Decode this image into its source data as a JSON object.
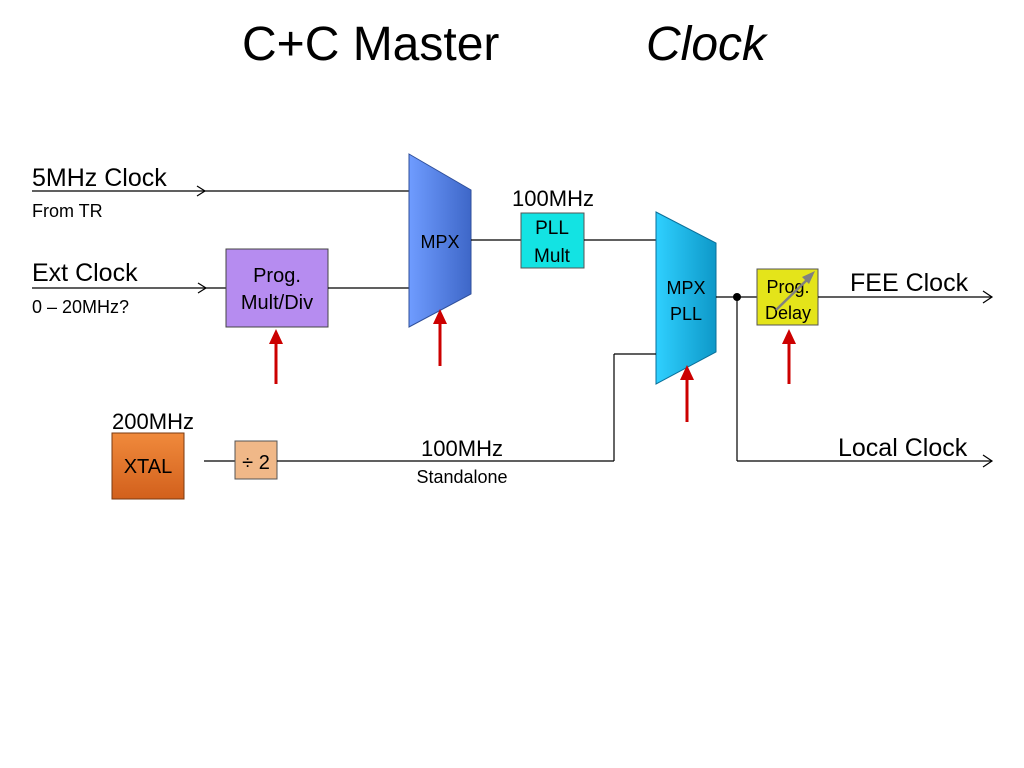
{
  "title": {
    "part1": "C+C Master",
    "part2": "Clock"
  },
  "inputs": {
    "clock5": {
      "label": "5MHz Clock",
      "sublabel": "From TR"
    },
    "ext": {
      "label": "Ext Clock",
      "sublabel": "0 – 20MHz?"
    }
  },
  "blocks": {
    "prog_mult": {
      "line1": "Prog.",
      "line2": "Mult/Div",
      "color": "#b68cf0"
    },
    "mpx1": {
      "label": "MPX",
      "color": "#4f82ee"
    },
    "pll_mult": {
      "line1": "PLL",
      "line2": "Mult",
      "color": "#13e3e3"
    },
    "mpx_pll": {
      "line1": "MPX",
      "line2": "PLL",
      "color": "#14b6e6"
    },
    "prog_delay": {
      "line1": "Prog.",
      "line2": "Delay",
      "color": "#e4e41a"
    },
    "xtal": {
      "label": "XTAL",
      "color": "#e8732a"
    },
    "divider": {
      "label": "÷ 2",
      "color": "#f0b888"
    }
  },
  "labels": {
    "freq_pll": "100MHz",
    "freq_xtal": "200MHz",
    "freq_standalone": "100MHz",
    "standalone": "Standalone"
  },
  "outputs": {
    "fee": "FEE Clock",
    "local": "Local Clock"
  },
  "colors": {
    "control_arrow": "#cc0000"
  }
}
